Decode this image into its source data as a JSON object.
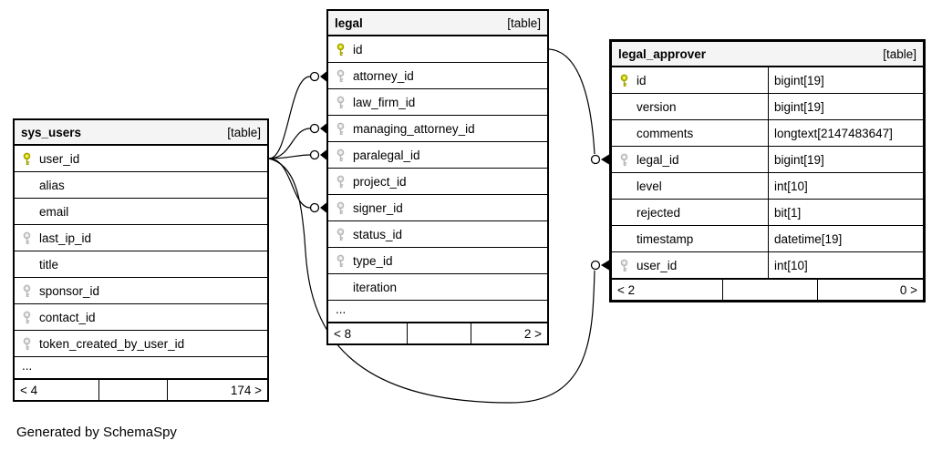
{
  "page": {
    "caption": "Generated by SchemaSpy"
  },
  "colors": {
    "line": "#000000",
    "header_bg": "#f4f4f4",
    "primary_key": "#d9d900",
    "foreign_key": "#e4e4e4"
  },
  "sys_users": {
    "name": "sys_users",
    "badge": "[table]",
    "rows": [
      {
        "name": "user_id",
        "key": "primary"
      },
      {
        "name": "alias",
        "key": "none"
      },
      {
        "name": "email",
        "key": "none"
      },
      {
        "name": "last_ip_id",
        "key": "foreign"
      },
      {
        "name": "title",
        "key": "none"
      },
      {
        "name": "sponsor_id",
        "key": "foreign"
      },
      {
        "name": "contact_id",
        "key": "foreign"
      },
      {
        "name": "token_created_by_user_id",
        "key": "foreign"
      }
    ],
    "ellipsis": "...",
    "footer": {
      "left": "< 4",
      "mid": "",
      "right": "174 >"
    }
  },
  "legal": {
    "name": "legal",
    "badge": "[table]",
    "rows": [
      {
        "name": "id",
        "key": "primary"
      },
      {
        "name": "attorney_id",
        "key": "foreign"
      },
      {
        "name": "law_firm_id",
        "key": "foreign"
      },
      {
        "name": "managing_attorney_id",
        "key": "foreign"
      },
      {
        "name": "paralegal_id",
        "key": "foreign"
      },
      {
        "name": "project_id",
        "key": "foreign"
      },
      {
        "name": "signer_id",
        "key": "foreign"
      },
      {
        "name": "status_id",
        "key": "foreign"
      },
      {
        "name": "type_id",
        "key": "foreign"
      },
      {
        "name": "iteration",
        "key": "none"
      }
    ],
    "ellipsis": "...",
    "footer": {
      "left": "< 8",
      "mid": "",
      "right": "2 >"
    }
  },
  "legal_approver": {
    "name": "legal_approver",
    "badge": "[table]",
    "rows": [
      {
        "name": "id",
        "type": "bigint[19]",
        "key": "primary"
      },
      {
        "name": "version",
        "type": "bigint[19]",
        "key": "none"
      },
      {
        "name": "comments",
        "type": "longtext[2147483647]",
        "key": "none"
      },
      {
        "name": "legal_id",
        "type": "bigint[19]",
        "key": "foreign"
      },
      {
        "name": "level",
        "type": "int[10]",
        "key": "none"
      },
      {
        "name": "rejected",
        "type": "bit[1]",
        "key": "none"
      },
      {
        "name": "timestamp",
        "type": "datetime[19]",
        "key": "none"
      },
      {
        "name": "user_id",
        "type": "int[10]",
        "key": "foreign"
      }
    ],
    "footer": {
      "left": "< 2",
      "mid": "",
      "right": "0 >"
    }
  },
  "relationships": [
    {
      "from": "sys_users.user_id",
      "to": "legal.attorney_id"
    },
    {
      "from": "sys_users.user_id",
      "to": "legal.managing_attorney_id"
    },
    {
      "from": "sys_users.user_id",
      "to": "legal.paralegal_id"
    },
    {
      "from": "sys_users.user_id",
      "to": "legal.signer_id"
    },
    {
      "from": "sys_users.user_id",
      "to": "legal_approver.user_id"
    },
    {
      "from": "legal.id",
      "to": "legal_approver.legal_id"
    }
  ]
}
